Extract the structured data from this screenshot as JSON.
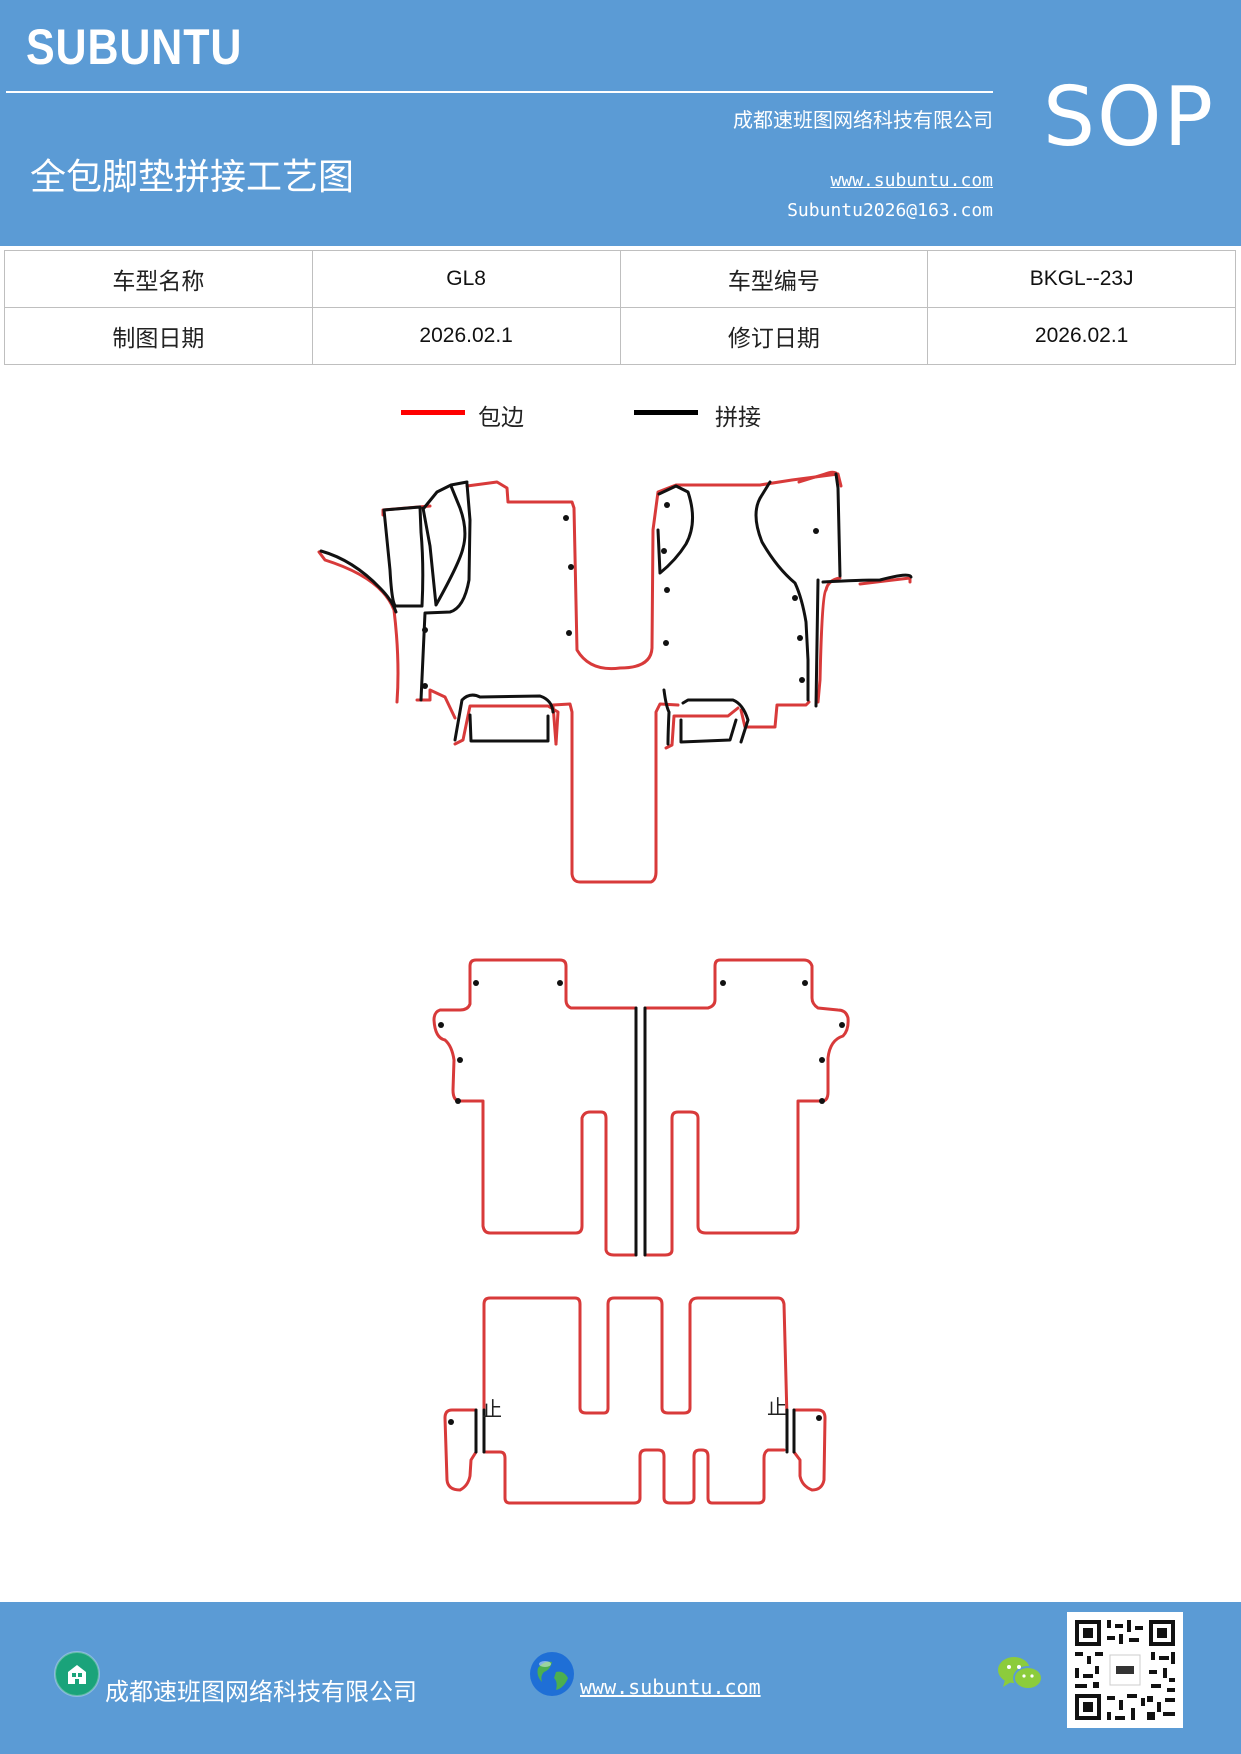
{
  "header": {
    "brand": "SUBUNTU",
    "company": "成都速班图网络科技有限公司",
    "title": "全包脚垫拼接工艺图",
    "website": "www.subuntu.com",
    "email": "Subuntu2026@163.com",
    "badge": "SOP"
  },
  "info": {
    "model_name_label": "车型名称",
    "model_name_value": "GL8",
    "model_code_label": "车型编号",
    "model_code_value": "BKGL--23J",
    "draw_date_label": "制图日期",
    "draw_date_value": "2026.02.1",
    "revise_date_label": "修订日期",
    "revise_date_value": "2026.02.1"
  },
  "legend": {
    "items": [
      {
        "label": "包边",
        "color": "#ff0000"
      },
      {
        "label": "拼接",
        "color": "#000000"
      }
    ]
  },
  "diagram": {
    "colors": {
      "edge": "#d83a3a",
      "seam": "#111111"
    },
    "stop_mark": "止"
  },
  "footer": {
    "company": "成都速班图网络科技有限公司",
    "website": "www.subuntu.com",
    "icons": [
      "building-icon",
      "globe-icon",
      "wechat-icon",
      "qr-code"
    ]
  }
}
